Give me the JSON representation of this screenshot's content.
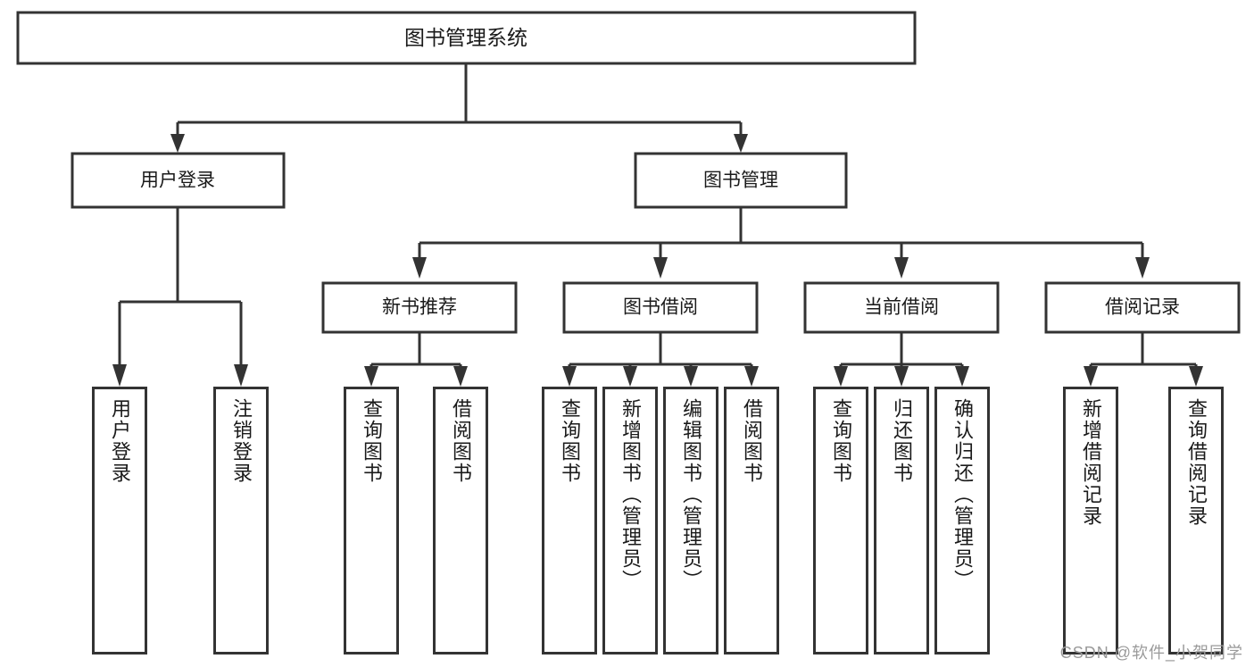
{
  "diagram": {
    "type": "tree-hierarchy-flowchart",
    "title": "图书管理系统",
    "colors": {
      "stroke": "#333333",
      "fill": "#ffffff",
      "text": "#1a1a1a",
      "watermark": "#9a9a9a"
    },
    "root": {
      "label": "图书管理系统"
    },
    "level2": [
      {
        "label": "用户登录"
      },
      {
        "label": "图书管理"
      }
    ],
    "level3": [
      {
        "label": "新书推荐"
      },
      {
        "label": "图书借阅"
      },
      {
        "label": "当前借阅"
      },
      {
        "label": "借阅记录"
      }
    ],
    "leaves": {
      "user_login": [
        {
          "label": "用户登录"
        },
        {
          "label": "注销登录"
        }
      ],
      "new_book_recommend": [
        {
          "label": "查询图书"
        },
        {
          "label": "借阅图书"
        }
      ],
      "book_borrow": [
        {
          "label": "查询图书"
        },
        {
          "label": "新增图书（管理员）"
        },
        {
          "label": "编辑图书（管理员）"
        },
        {
          "label": "借阅图书"
        }
      ],
      "current_borrow": [
        {
          "label": "查询图书"
        },
        {
          "label": "归还图书"
        },
        {
          "label": "确认归还（管理员）"
        }
      ],
      "borrow_record": [
        {
          "label": "新增借阅记录"
        },
        {
          "label": "查询借阅记录"
        }
      ]
    }
  },
  "watermark": {
    "text": "CSDN @软件_小贺同学"
  }
}
